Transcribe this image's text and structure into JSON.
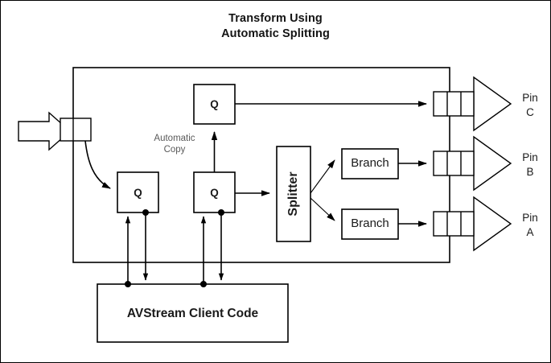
{
  "title": {
    "line1": "Transform Using",
    "line2": "Automatic Splitting"
  },
  "annotations": {
    "automatic_copy_line1": "Automatic",
    "automatic_copy_line2": "Copy"
  },
  "nodes": {
    "queue_top": {
      "label": "Q"
    },
    "queue_left": {
      "label": "Q"
    },
    "queue_mid": {
      "label": "Q"
    },
    "splitter": {
      "label": "Splitter"
    },
    "branch_upper": {
      "label": "Branch"
    },
    "branch_lower": {
      "label": "Branch"
    },
    "client_code": {
      "label": "AVStream Client Code"
    }
  },
  "pins": [
    {
      "name": "pin-c",
      "line1": "Pin",
      "line2": "C"
    },
    {
      "name": "pin-b",
      "line1": "Pin",
      "line2": "B"
    },
    {
      "name": "pin-a",
      "line1": "Pin",
      "line2": "A"
    }
  ],
  "colors": {
    "stroke": "#000000",
    "background": "#ffffff",
    "annotation_text": "#5a5a5a",
    "label_text": "#1a1a1a"
  }
}
